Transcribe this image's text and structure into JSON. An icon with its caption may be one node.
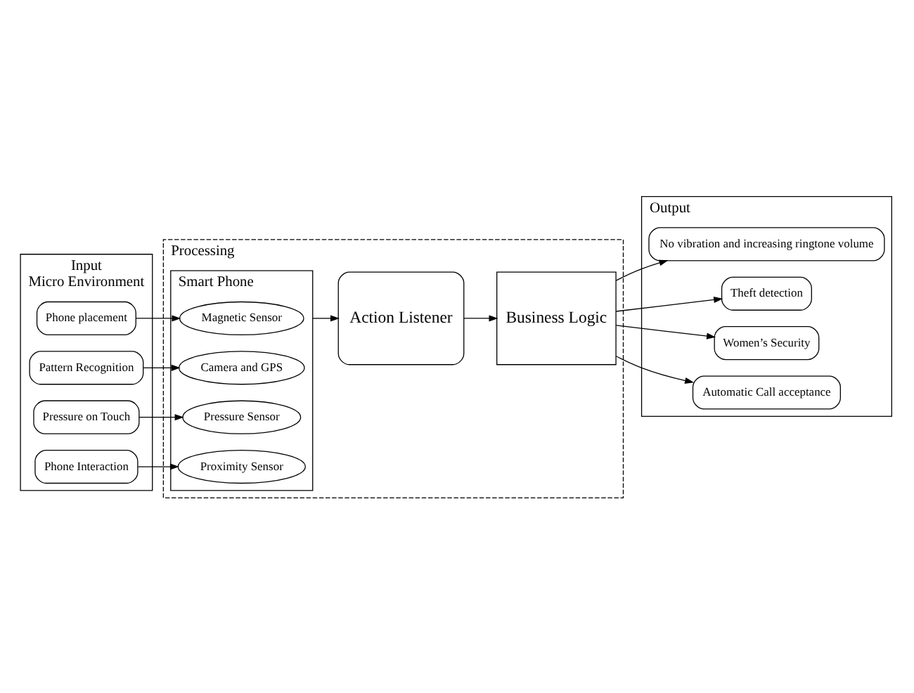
{
  "diagram": {
    "nodes": [
      {
        "text": [
          "Input",
          "Micro Environment"
        ]
      },
      {
        "text": [
          "Phone placement"
        ],
        "in": 0
      },
      {
        "text": [
          "Pattern Recognition"
        ],
        "in": 0
      },
      {
        "text": [
          "Pressure on Touch"
        ],
        "in": 0
      },
      {
        "text": [
          "Phone Interaction"
        ],
        "in": 0
      },
      {
        "text": [
          "Processing"
        ]
      },
      {
        "text": [
          "Smart Phone"
        ],
        "in": 5
      },
      {
        "text": [
          "Magnetic Sensor"
        ],
        "in": 6
      },
      {
        "text": [
          "Camera and GPS"
        ],
        "in": 6
      },
      {
        "text": [
          "Pressure Sensor"
        ],
        "in": 6
      },
      {
        "text": [
          "Proximity Sensor"
        ],
        "in": 6
      },
      {
        "text": [
          "Action Listener"
        ],
        "in": 5
      },
      {
        "text": [
          "Business Logic"
        ],
        "in": 5
      },
      {
        "text": [
          "Output"
        ]
      },
      {
        "text": [
          "No vibration and increasing ringtone volume"
        ],
        "in": 13
      },
      {
        "text": [
          "Theft detection"
        ],
        "in": 13
      },
      {
        "text": [
          "Women’s Security"
        ],
        "in": 13
      },
      {
        "text": [
          "Automatic Call acceptance"
        ],
        "in": 13
      }
    ],
    "edges": [
      {
        "from": 1,
        "to": 7,
        "arrow": "to"
      },
      {
        "from": 2,
        "to": 8,
        "arrow": "to"
      },
      {
        "from": 3,
        "to": 9,
        "arrow": "to"
      },
      {
        "from": 4,
        "to": 10,
        "arrow": "to"
      },
      {
        "from": 6,
        "to": 11,
        "arrow": "to"
      },
      {
        "from": 11,
        "to": 12,
        "arrow": "to"
      },
      {
        "from": 12,
        "to": 14,
        "arrow": "to"
      },
      {
        "from": 12,
        "to": 15,
        "arrow": "to"
      },
      {
        "from": 12,
        "to": 16,
        "arrow": "to"
      },
      {
        "from": 12,
        "to": 17,
        "arrow": "to"
      }
    ]
  }
}
